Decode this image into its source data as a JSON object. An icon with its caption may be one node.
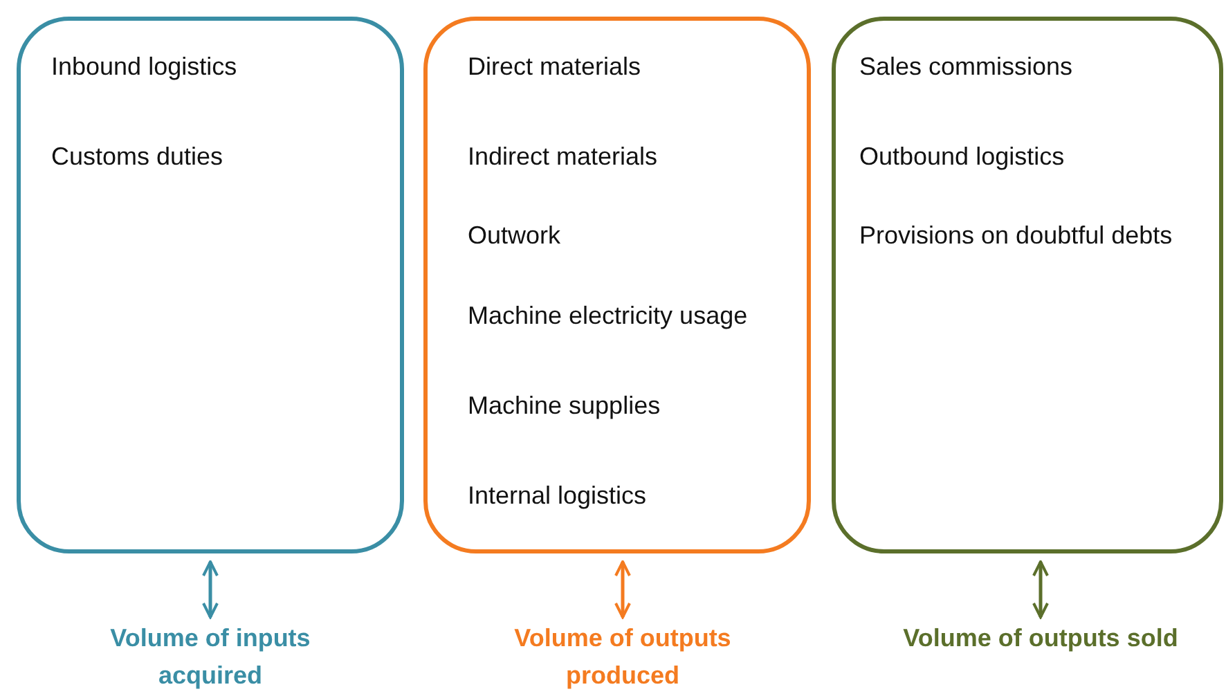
{
  "diagram": {
    "nodes": [
      {
        "text": [
          "Inbound logistics",
          "Customs duties"
        ]
      },
      {
        "text": [
          "Direct materials",
          "Indirect materials",
          "Outwork",
          "Machine electricity usage",
          "Machine supplies",
          "Internal logistics"
        ]
      },
      {
        "text": [
          "Sales commissions",
          "Outbound logistics",
          "Provisions on doubtful debts"
        ]
      },
      {
        "text": [
          "Volume of inputs acquired"
        ]
      },
      {
        "text": [
          "Volume of outputs produced"
        ]
      },
      {
        "text": [
          "Volume of outputs sold"
        ]
      }
    ],
    "edges": [
      {
        "from": 0,
        "to": 3,
        "arrow": "both",
        "color": "#3a8ea5"
      },
      {
        "from": 1,
        "to": 4,
        "arrow": "both",
        "color": "#f47b20"
      },
      {
        "from": 2,
        "to": 5,
        "arrow": "both",
        "color": "#5b6f2b"
      }
    ]
  }
}
